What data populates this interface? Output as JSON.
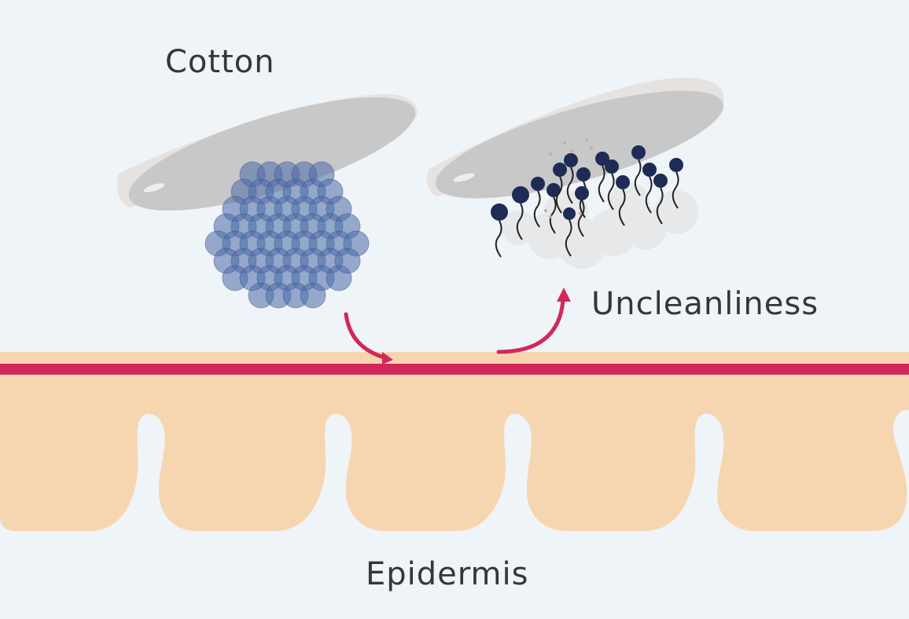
{
  "labels": {
    "cotton": "Cotton",
    "uncleanliness": "Uncleanliness",
    "epidermis": "Epidermis"
  },
  "colors": {
    "background": "#eff4f8",
    "skin": "#f6d6b1",
    "membrane_line": "#d3275a",
    "arrow": "#d3275a",
    "pad_top": "#c8c8c8",
    "pad_edge": "#e6e2e0",
    "micelle_blue": "#4a6aa8",
    "surfactant_head": "#1e2b55",
    "dirt_cloud": "#e6e8ea"
  },
  "icons": {
    "left_pad": "cotton-pad-icon",
    "micelle": "micelle-sphere-icon",
    "right_pad": "cotton-pad-icon",
    "surfactants": "surfactant-molecule-icon"
  }
}
